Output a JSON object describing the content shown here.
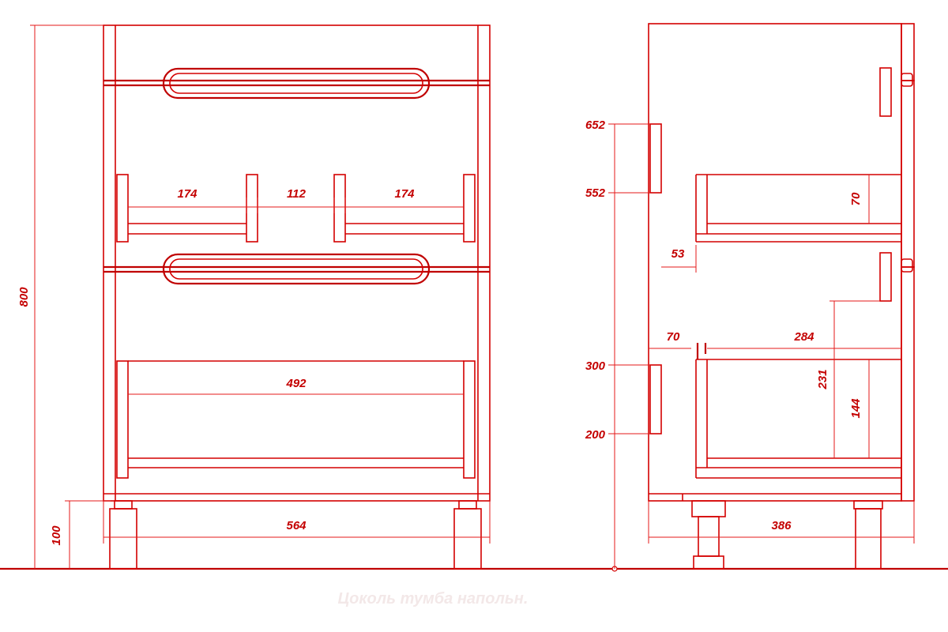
{
  "front_view": {
    "total_height": "800",
    "leg_height": "100",
    "total_width": "564",
    "upper_tray_left": "174",
    "upper_gap": "112",
    "upper_tray_right": "174",
    "lower_tray_width": "492"
  },
  "side_view": {
    "level_652": "652",
    "level_552": "552",
    "level_300": "300",
    "level_200": "200",
    "upper_drawer_height": "70",
    "offset_53": "53",
    "front_offset": "70",
    "drawer_depth": "284",
    "lower_inner_height": "231",
    "lower_drawer_height": "144",
    "total_depth": "386"
  },
  "caption": "Цоколь тумба напольн."
}
